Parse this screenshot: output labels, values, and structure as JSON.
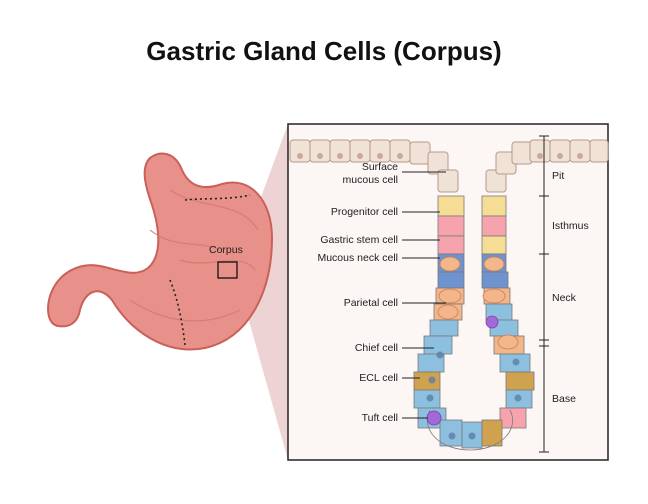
{
  "title": "Gastric Gland Cells (Corpus)",
  "stomach_label": "Corpus",
  "cell_labels": {
    "surface_line1": "Surface",
    "surface_line2": "mucous cell",
    "progenitor": "Progenitor cell",
    "stem": "Gastric stem cell",
    "mucous_neck": "Mucous neck cell",
    "parietal": "Parietal cell",
    "chief": "Chief cell",
    "ecl": "ECL cell",
    "tuft": "Tuft cell"
  },
  "region_labels": {
    "pit": "Pit",
    "isthmus": "Isthmus",
    "neck": "Neck",
    "base": "Base"
  },
  "colors": {
    "stomach": "#e8908a",
    "stomach_dark": "#c9605a",
    "surface_cell": "#f1e2d7",
    "progenitor": "#f6dd95",
    "stem": "#f6a3ad",
    "mucous_neck": "#6e93cf",
    "parietal": "#f3b58a",
    "chief": "#8dbfdf",
    "ecl": "#cfa24f",
    "tuft": "#a36ad6",
    "callout": "#e2bfc0"
  }
}
